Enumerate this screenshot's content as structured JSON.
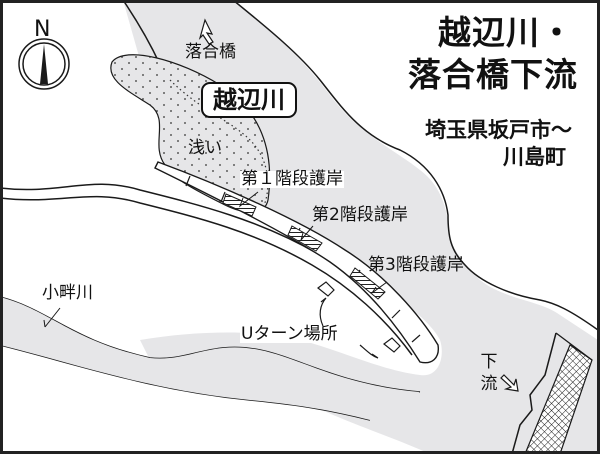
{
  "title": {
    "line1": "越辺川・",
    "line2": "落合橋下流"
  },
  "location": {
    "line1": "埼玉県坂戸市～",
    "line2": "川島町"
  },
  "compass": {
    "label": "N"
  },
  "labels": {
    "river_main": "越辺川",
    "bridge": "落合橋",
    "shallow": "浅い",
    "revetment1": "第１階段護岸",
    "revetment2": "第2階段護岸",
    "revetment3": "第3階段護岸",
    "tributary": "小畔川",
    "uturn": "Uターン場所",
    "downstream_1": "下",
    "downstream_2": "流"
  },
  "colors": {
    "water": "#e6e6e8",
    "line": "#1a1a1a",
    "frame": "#222222",
    "land": "#ffffff"
  }
}
